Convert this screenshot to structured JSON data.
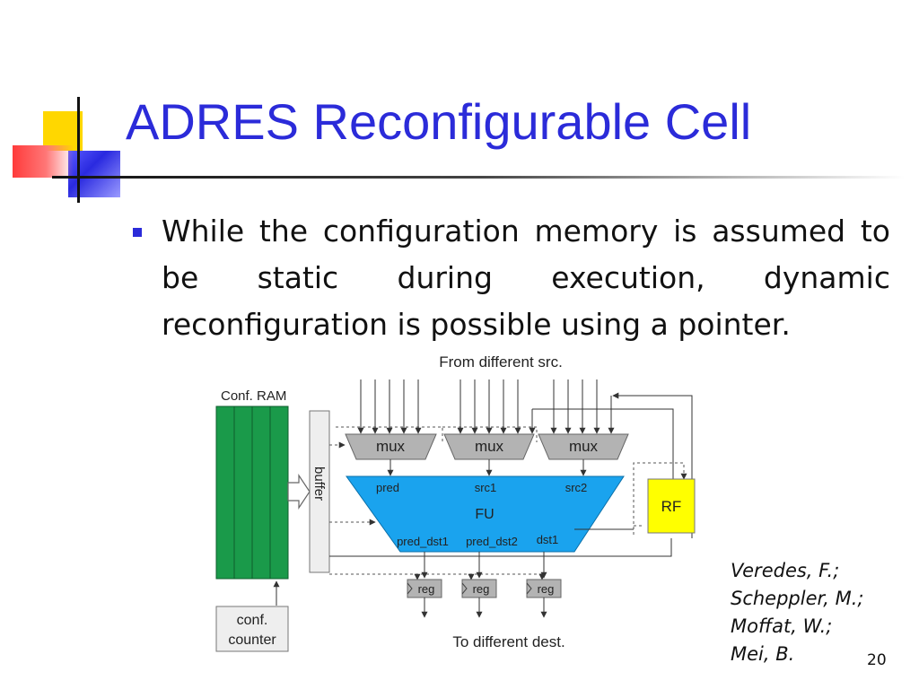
{
  "slide": {
    "title": "ADRES Reconfigurable Cell",
    "bullet": "While the configuration memory is assumed to be static during execution, dynamic reconfiguration is possible  using a pointer.",
    "citation": [
      "Veredes, F.;",
      "Scheppler, M.;",
      "Moffat, W.;",
      "Mei, B."
    ],
    "page_number": "20",
    "colors": {
      "title": "#2b2bd9",
      "fu": "#1aa3ee",
      "conf_ram": "#1a9a4a",
      "rf": "#ffff00"
    }
  },
  "diagram": {
    "top_label": "From different src.",
    "bottom_label": "To different dest.",
    "conf_ram_label": "Conf. RAM",
    "buffer_label": "buffer",
    "mux_labels": [
      "mux",
      "mux",
      "mux"
    ],
    "fu_inputs": [
      "pred",
      "src1",
      "src2"
    ],
    "fu_label": "FU",
    "fu_outputs": [
      "pred_dst1",
      "pred_dst2",
      "dst1"
    ],
    "reg_labels": [
      "reg",
      "reg",
      "reg"
    ],
    "rf_label": "RF",
    "counter_label": [
      "conf.",
      "counter"
    ]
  }
}
